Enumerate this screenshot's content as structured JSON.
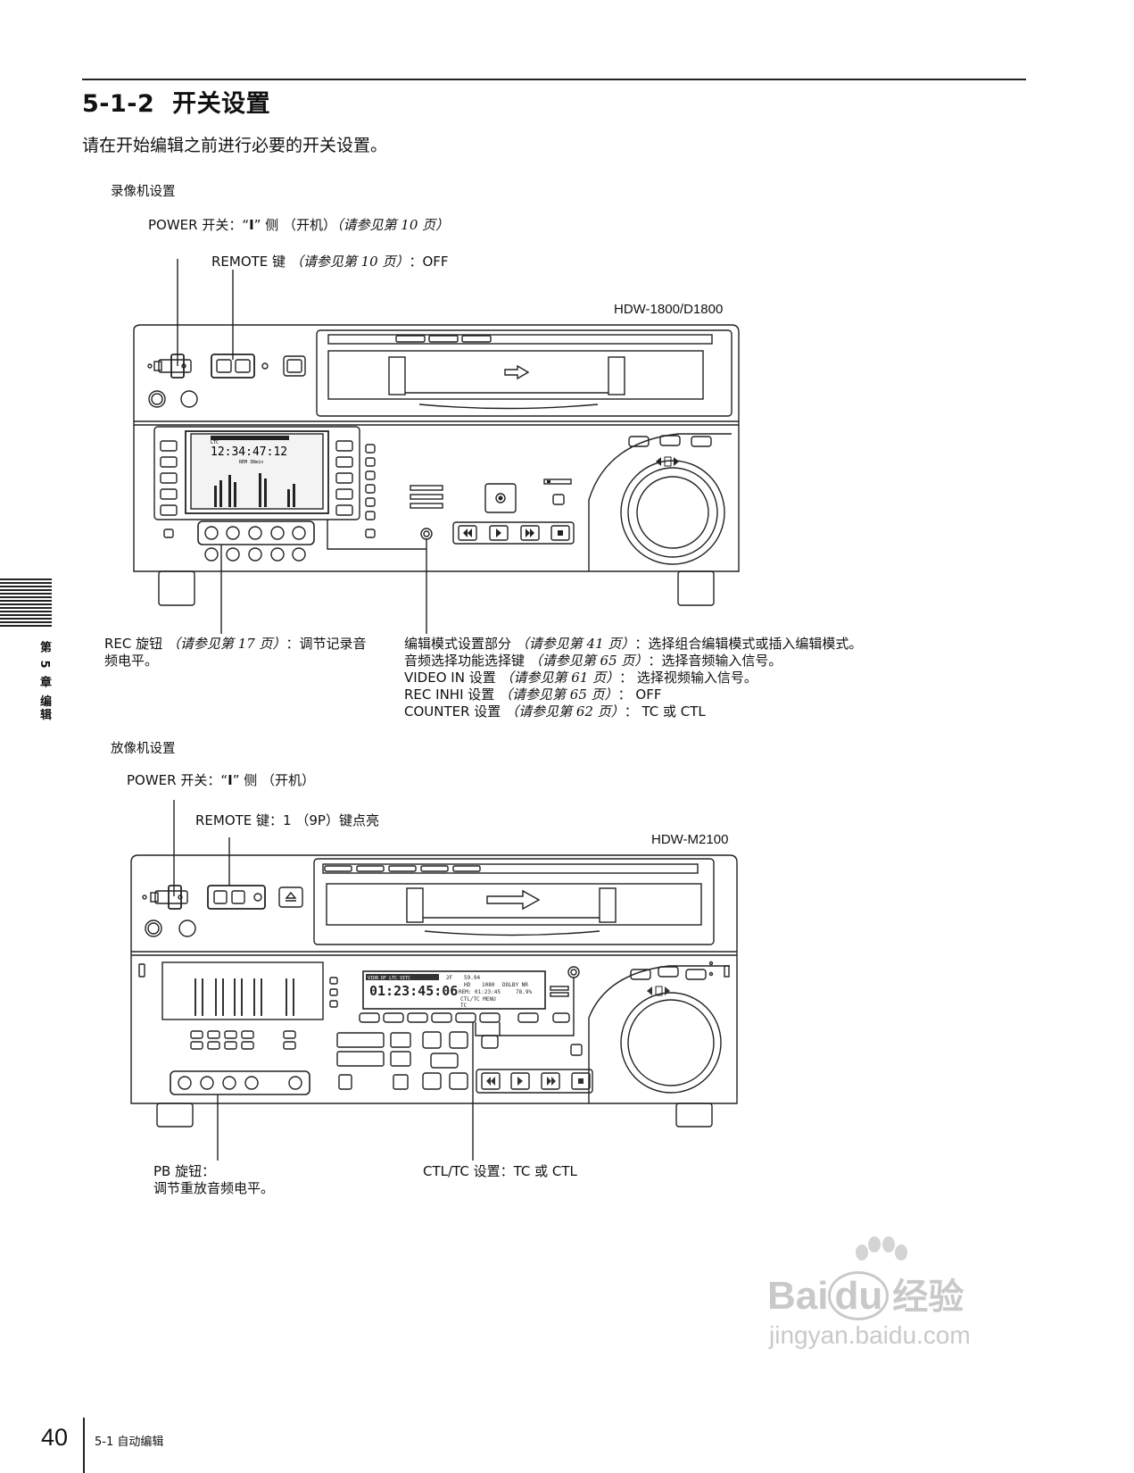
{
  "section": {
    "number": "5-1-2",
    "title": "开关设置"
  },
  "intro": "请在开始编辑之前进行必要的开关设置。",
  "recorder": {
    "heading": "录像机设置",
    "model": "HDW-1800/D1800",
    "power": {
      "label": "POWER 开关：“",
      "bold": "I",
      "tail": "” 侧 （开机）",
      "ref": "（请参见第 10 页）"
    },
    "remote": {
      "label": "REMOTE 键 ",
      "ref": "（请参见第 10 页）",
      "tail": "：OFF"
    },
    "rec": {
      "label": "REC 旋钮 ",
      "ref": "（请参见第 17 页）",
      "tail": "：调节记录音",
      "line2": "频电平。"
    },
    "edit_lines": [
      {
        "label": "编辑模式设置部分 ",
        "ref": "（请参见第 41 页）",
        "tail": "：选择组合编辑模式或插入编辑模式。"
      },
      {
        "label": "音频选择功能选择键 ",
        "ref": "（请参见第 65 页）",
        "tail": "：选择音频输入信号。"
      },
      {
        "label": "VIDEO IN 设置 ",
        "ref": "（请参见第 61 页）",
        "tail": "： 选择视频输入信号。"
      },
      {
        "label": "REC INHI 设置 ",
        "ref": "（请参见第 65 页）",
        "tail": "： OFF"
      },
      {
        "label": "COUNTER 设置 ",
        "ref": "（请参见第 62 页）",
        "tail": "： TC 或 CTL"
      }
    ],
    "lcd": {
      "timecode": "12:34:47:12",
      "mode": "LTC",
      "rem": "REM 38min"
    }
  },
  "player": {
    "heading": "放像机设置",
    "model": "HDW-M2100",
    "power": {
      "label": "POWER 开关：“",
      "bold": "I",
      "tail": "” 侧 （开机）"
    },
    "remote": {
      "label": "REMOTE 键：1 （9P）键点亮"
    },
    "pb": {
      "line1": "PB 旋钮：",
      "line2": "调节重放音频电平。"
    },
    "ctl": {
      "label": "CTL/TC 设置：TC 或 CTL"
    },
    "lcd": {
      "tags": "VIDB DF LTC VITC",
      "field": "2F",
      "freq": "59.94",
      "format": "HD",
      "lines": "1080",
      "nr": "DOLBY NR",
      "timecode": "01:23:45:06",
      "rem": "REM: 01:23:45",
      "percent": "78.9%",
      "menu": "CTL/TC MENU",
      "tc": "TC"
    }
  },
  "chapter_tab": "第 5 章 编辑",
  "footer": {
    "page": "40",
    "text": "5-1  自动编辑"
  },
  "watermark": {
    "brand": "Bai",
    "du": "du",
    "cn": "经验",
    "url": "jingyan.baidu.com"
  }
}
